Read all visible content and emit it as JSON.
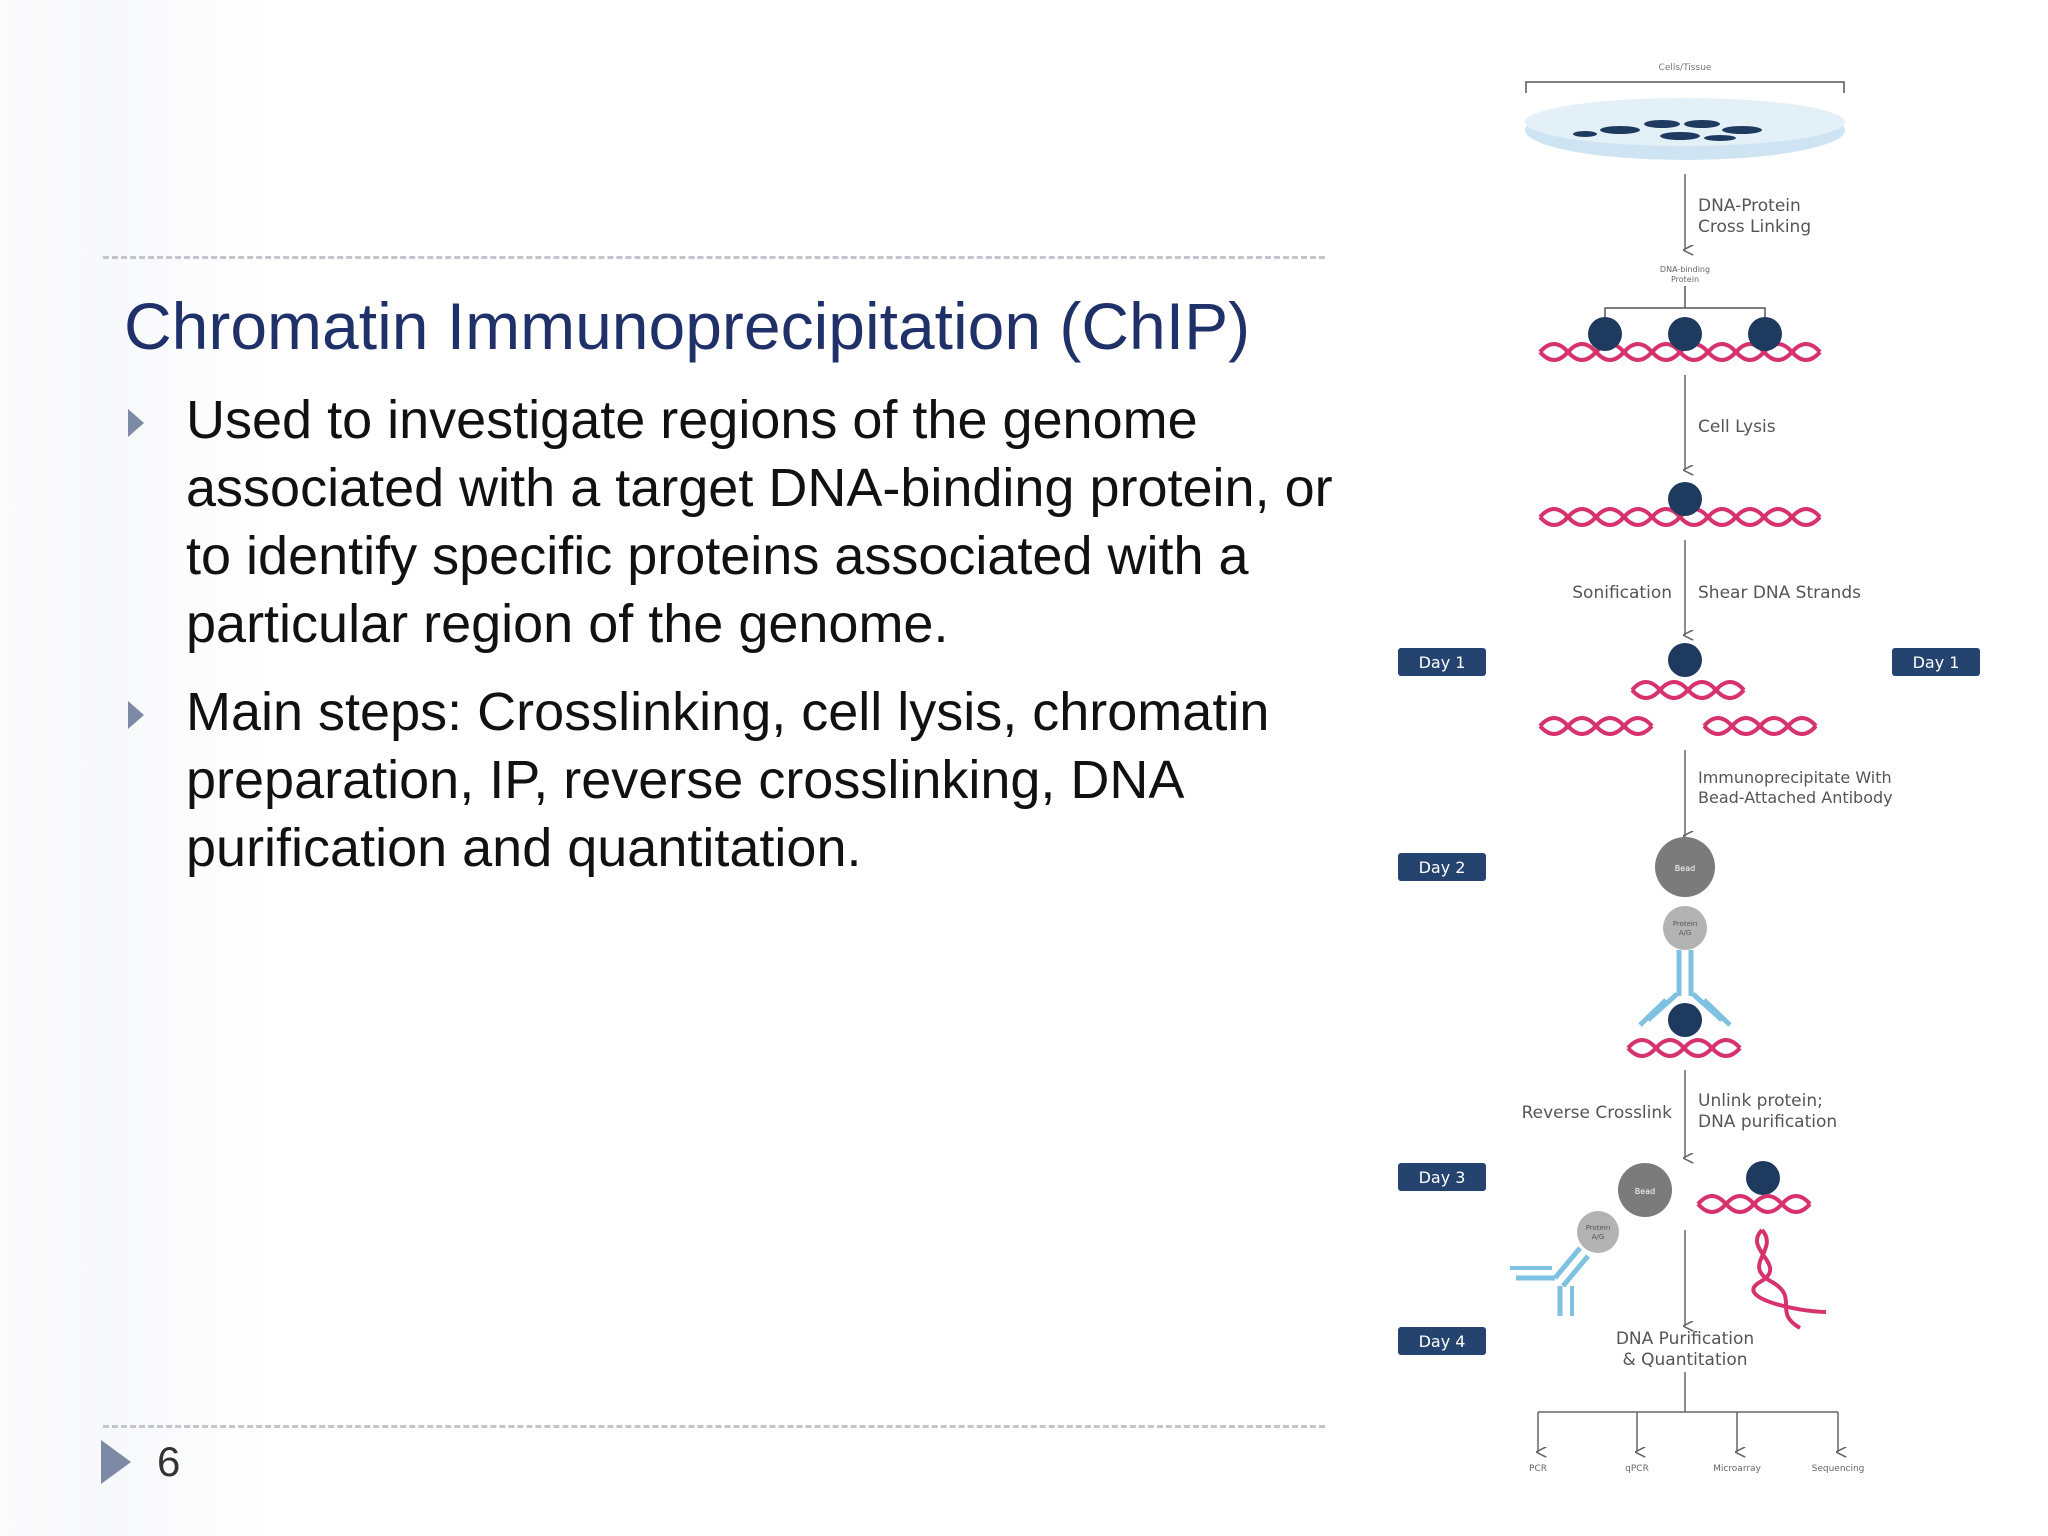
{
  "slide": {
    "title": "Chromatin Immunoprecipitation (ChIP)",
    "bullets": [
      "Used to investigate regions of the genome associated with a target DNA-binding protein, or to identify specific proteins associated with a particular region of the genome.",
      "Main steps: Crosslinking, cell lysis, chromatin preparation, IP, reverse crosslinking, DNA purification and quantitation."
    ],
    "page_number": "6"
  },
  "diagram": {
    "cells_label": "Cells/Tissue",
    "crosslinking_label": [
      "DNA-Protein",
      "Cross Linking"
    ],
    "dna_binding_protein_label": [
      "DNA-binding",
      "Protein"
    ],
    "cell_lysis_label": "Cell Lysis",
    "sonication_label": "Sonification",
    "shear_label": "Shear DNA Strands",
    "ip_label": [
      "Immunoprecipitate With",
      "Bead-Attached Antibody"
    ],
    "bead_label": "Bead",
    "protein_ag_label": [
      "Protein",
      "A/G"
    ],
    "reverse_crosslink_label": "Reverse Crosslink",
    "unlink_label": [
      "Unlink protein;",
      "DNA purification"
    ],
    "purification_label": [
      "DNA Purification",
      "& Quantitation"
    ],
    "days": {
      "day1_left": "Day 1",
      "day1_right": "Day 1",
      "day2": "Day 2",
      "day3": "Day 3",
      "day4": "Day 4"
    },
    "outputs": [
      "PCR",
      "qPCR",
      "Microarray",
      "Sequencing"
    ],
    "colors": {
      "protein": "#1e3a5f",
      "dna": "#d6336c",
      "badge": "#24436e",
      "antibody": "#7fc1e0",
      "bead": "#7b7b7b",
      "dish": "#cfe4f2"
    }
  }
}
